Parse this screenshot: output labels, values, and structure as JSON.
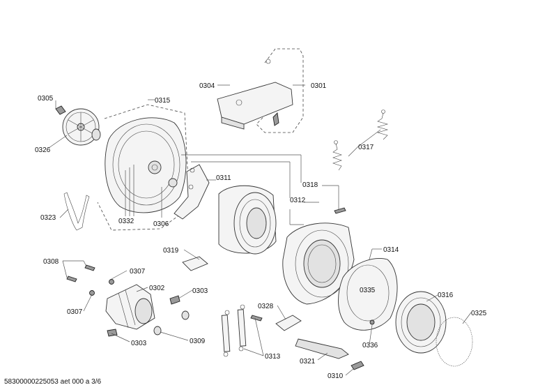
{
  "labels": {
    "p0301": "0301",
    "p0302": "0302",
    "p0303": "0303",
    "p0304": "0304",
    "p0305": "0305",
    "p0306": "0306",
    "p0307": "0307",
    "p0308": "0308",
    "p0309": "0309",
    "p0310": "0310",
    "p0311": "0311",
    "p0312": "0312",
    "p0313": "0313",
    "p0314": "0314",
    "p0315": "0315",
    "p0316": "0316",
    "p0317": "0317",
    "p0318": "0318",
    "p0319": "0319",
    "p0321": "0321",
    "p0323": "0323",
    "p0325": "0325",
    "p0326": "0326",
    "p0328": "0328",
    "p0332": "0332",
    "p0335": "0335",
    "p0336": "0336"
  },
  "footer": {
    "document_id": "58300000225053 aet 000 a 3/6"
  }
}
